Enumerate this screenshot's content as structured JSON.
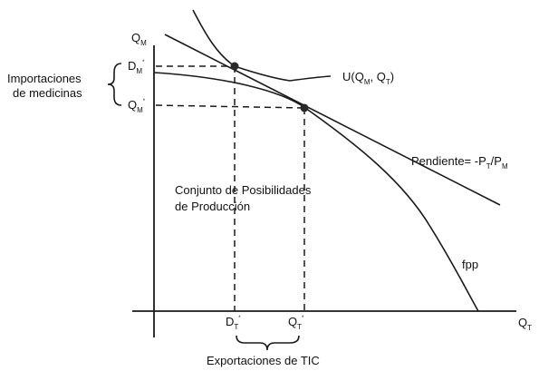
{
  "axes": {
    "y_label": "Q",
    "y_label_sub": "M",
    "x_label": "Q",
    "x_label_sub": "T"
  },
  "curves": {
    "utility": {
      "label": "U(Q",
      "sub1": "M",
      "mid": ", Q",
      "sub2": "T",
      "end": ")"
    },
    "slope": {
      "label": "Pendiente= -P",
      "sub1": "T",
      "mid": "/P",
      "sub2": "M"
    },
    "fpp": {
      "label": "fpp"
    }
  },
  "points": {
    "DM": {
      "label": "D",
      "sub": "M",
      "sup": "*"
    },
    "QM": {
      "label": "Q",
      "sub": "M",
      "sup": "*"
    },
    "DT": {
      "label": "D",
      "sub": "T",
      "sup": "*"
    },
    "QT": {
      "label": "Q",
      "sub": "T",
      "sup": "*"
    }
  },
  "annotations": {
    "imports_line1": "Importaciones",
    "imports_line2": "de medicinas",
    "exports": "Exportaciones de TIC",
    "region_line1": "Conjunto de Posibilidades",
    "region_line2": "de Producción"
  },
  "colors": {
    "line": "#1a1a1a",
    "point": "#2a2a2a"
  }
}
